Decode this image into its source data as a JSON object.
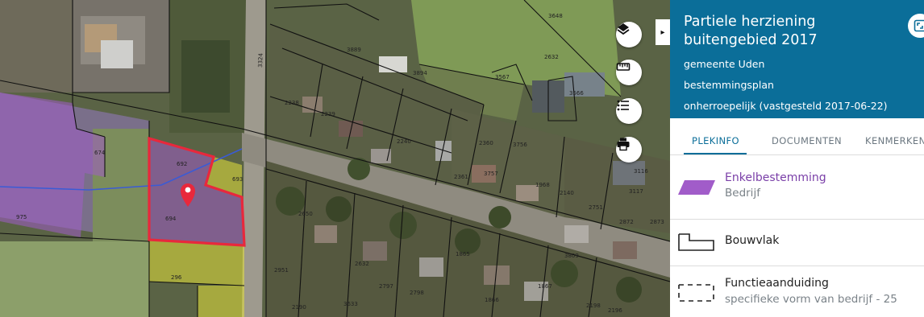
{
  "map": {
    "parcel_numbers": [
      {
        "id": "p1",
        "text": "3648"
      },
      {
        "id": "p2",
        "text": "3889"
      },
      {
        "id": "p3",
        "text": "3894"
      },
      {
        "id": "p4",
        "text": "2632"
      },
      {
        "id": "p5",
        "text": "3567"
      },
      {
        "id": "p6",
        "text": "3566"
      },
      {
        "id": "p7",
        "text": "2238"
      },
      {
        "id": "p8",
        "text": "2239"
      },
      {
        "id": "p9",
        "text": "2240"
      },
      {
        "id": "p10",
        "text": "2360"
      },
      {
        "id": "p11",
        "text": "3756"
      },
      {
        "id": "p12",
        "text": "674"
      },
      {
        "id": "p13",
        "text": "692"
      },
      {
        "id": "p14",
        "text": "693"
      },
      {
        "id": "p15",
        "text": "694"
      },
      {
        "id": "p16",
        "text": "975"
      },
      {
        "id": "p17",
        "text": "2650"
      },
      {
        "id": "p18",
        "text": "2361"
      },
      {
        "id": "p19",
        "text": "3757"
      },
      {
        "id": "p20",
        "text": "1968"
      },
      {
        "id": "p21",
        "text": "2140"
      },
      {
        "id": "p22",
        "text": "2751"
      },
      {
        "id": "p23",
        "text": "3116"
      },
      {
        "id": "p24",
        "text": "3117"
      },
      {
        "id": "p25",
        "text": "2872"
      },
      {
        "id": "p26",
        "text": "2873"
      },
      {
        "id": "p27",
        "text": "2632"
      },
      {
        "id": "p28",
        "text": "1865"
      },
      {
        "id": "p29",
        "text": "3809"
      },
      {
        "id": "p30",
        "text": "2951"
      },
      {
        "id": "p31",
        "text": "296"
      },
      {
        "id": "p32",
        "text": "2797"
      },
      {
        "id": "p33",
        "text": "2798"
      },
      {
        "id": "p34",
        "text": "1867"
      },
      {
        "id": "p35",
        "text": "1866"
      },
      {
        "id": "p36",
        "text": "2190"
      },
      {
        "id": "p37",
        "text": "3633"
      },
      {
        "id": "p38",
        "text": "2198"
      },
      {
        "id": "p39",
        "text": "2196"
      },
      {
        "id": "p40",
        "text": "3324"
      }
    ],
    "tools": {
      "layers_icon": "layers-icon",
      "measure_icon": "ruler-icon",
      "legend_icon": "list-icon",
      "print_icon": "printer-icon",
      "collapse_icon": "chevron-right-icon"
    },
    "colors": {
      "enkelbestemming_bedrijf": "#a15cc9",
      "selected_outline": "#e8283c",
      "yellow_zone": "#e6e33a",
      "marker": "#e8283c"
    }
  },
  "panel": {
    "title": "Partiele herziening buitengebied 2017",
    "municipality": "gemeente Uden",
    "plan_type": "bestemmingsplan",
    "status": "onherroepelijk (vastgesteld 2017-06-22)",
    "expand_icon": "expand-icon",
    "header_color": "#0b6e99",
    "tabs": [
      {
        "label": "PLEKINFO",
        "active": true
      },
      {
        "label": "DOCUMENTEN",
        "active": false
      },
      {
        "label": "KENMERKEN",
        "active": false
      }
    ],
    "legend": [
      {
        "title": "Enkelbestemming",
        "subtitle": "Bedrijf",
        "symbol": "purple-parallelogram-icon"
      },
      {
        "title": "Bouwvlak",
        "subtitle": "",
        "symbol": "bouwvlak-outline-icon"
      },
      {
        "title": "Functieaanduiding",
        "subtitle": "specifieke vorm van bedrijf - 25",
        "symbol": "dashed-outline-icon"
      }
    ]
  }
}
